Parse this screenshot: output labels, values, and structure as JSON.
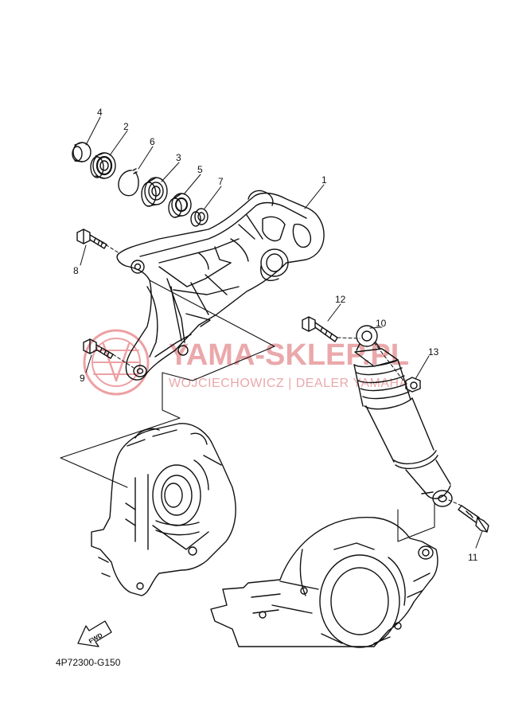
{
  "diagram": {
    "code": "4P72300-G150",
    "fwd_label": "FWD",
    "callouts": [
      {
        "id": "1",
        "label": "1"
      },
      {
        "id": "2",
        "label": "2"
      },
      {
        "id": "3",
        "label": "3"
      },
      {
        "id": "4",
        "label": "4"
      },
      {
        "id": "5",
        "label": "5"
      },
      {
        "id": "6",
        "label": "6"
      },
      {
        "id": "7",
        "label": "7"
      },
      {
        "id": "8",
        "label": "8"
      },
      {
        "id": "9",
        "label": "9"
      },
      {
        "id": "10",
        "label": "10"
      },
      {
        "id": "11",
        "label": "11"
      },
      {
        "id": "12",
        "label": "12"
      },
      {
        "id": "13",
        "label": "13"
      }
    ]
  },
  "watermark": {
    "main_text": "YAMA-SKLEP.PL",
    "sub_text": "WOJCIECHOWICZ | DEALER YAMAHA",
    "color": "#e48b8f"
  }
}
